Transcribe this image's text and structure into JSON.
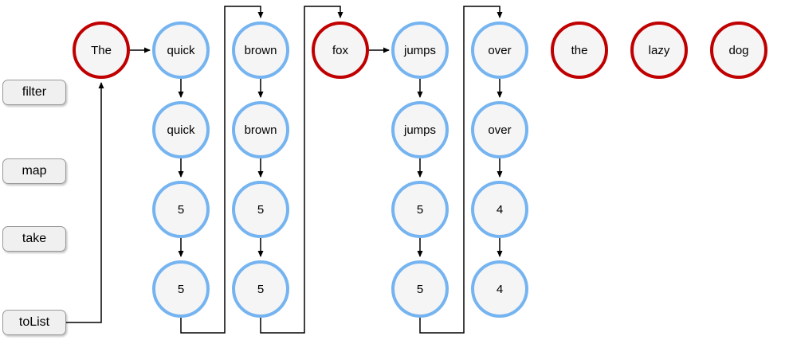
{
  "diagram": {
    "colors": {
      "node_fill": "#f5f5f5",
      "blue_border": "#75b4f0",
      "red_border": "#c00000",
      "line": "#000000",
      "operator_fill": "#f0f0f0",
      "operator_border": "#999999",
      "text": "#000000"
    },
    "operators": [
      {
        "label": "filter"
      },
      {
        "label": "map"
      },
      {
        "label": "take"
      },
      {
        "label": "toList"
      }
    ],
    "nodes": [
      {
        "label": "The",
        "kind": "red"
      },
      {
        "label": "quick",
        "kind": "blue"
      },
      {
        "label": "quick",
        "kind": "blue"
      },
      {
        "label": "5",
        "kind": "blue"
      },
      {
        "label": "5",
        "kind": "blue"
      },
      {
        "label": "brown",
        "kind": "blue"
      },
      {
        "label": "brown",
        "kind": "blue"
      },
      {
        "label": "5",
        "kind": "blue"
      },
      {
        "label": "5",
        "kind": "blue"
      },
      {
        "label": "fox",
        "kind": "red"
      },
      {
        "label": "jumps",
        "kind": "blue"
      },
      {
        "label": "jumps",
        "kind": "blue"
      },
      {
        "label": "5",
        "kind": "blue"
      },
      {
        "label": "5",
        "kind": "blue"
      },
      {
        "label": "over",
        "kind": "blue"
      },
      {
        "label": "over",
        "kind": "blue"
      },
      {
        "label": "4",
        "kind": "blue"
      },
      {
        "label": "4",
        "kind": "blue"
      },
      {
        "label": "the",
        "kind": "red"
      },
      {
        "label": "lazy",
        "kind": "red"
      },
      {
        "label": "dog",
        "kind": "red"
      }
    ]
  }
}
